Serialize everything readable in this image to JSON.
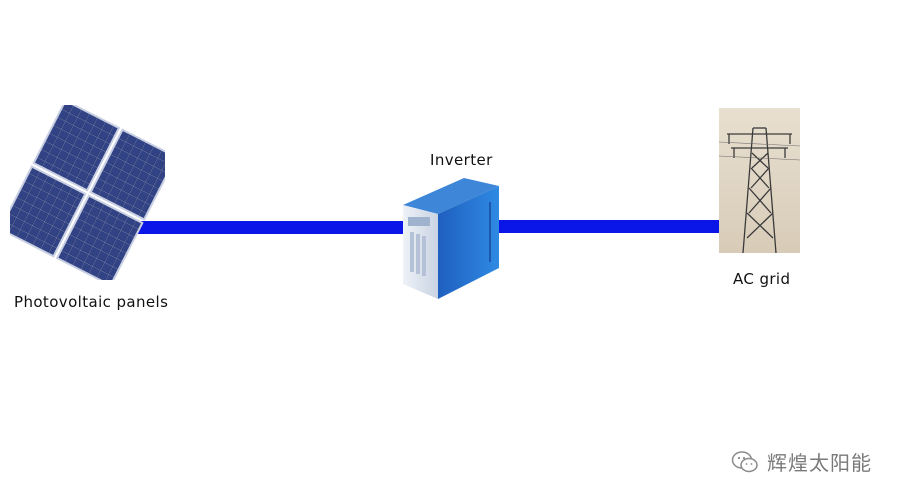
{
  "diagram": {
    "components": {
      "panels": {
        "label": "Photovoltaic panels"
      },
      "inverter": {
        "label": "Inverter"
      },
      "grid": {
        "label": "AC grid"
      }
    },
    "connections": [
      {
        "from": "panels",
        "to": "inverter"
      },
      {
        "from": "inverter",
        "to": "grid"
      }
    ],
    "colors": {
      "wire": "#0a16e8",
      "panel": "#2b3a78",
      "inverter": "#1f6fd1"
    }
  },
  "watermark": {
    "text": "辉煌太阳能",
    "icon": "wechat-icon"
  }
}
